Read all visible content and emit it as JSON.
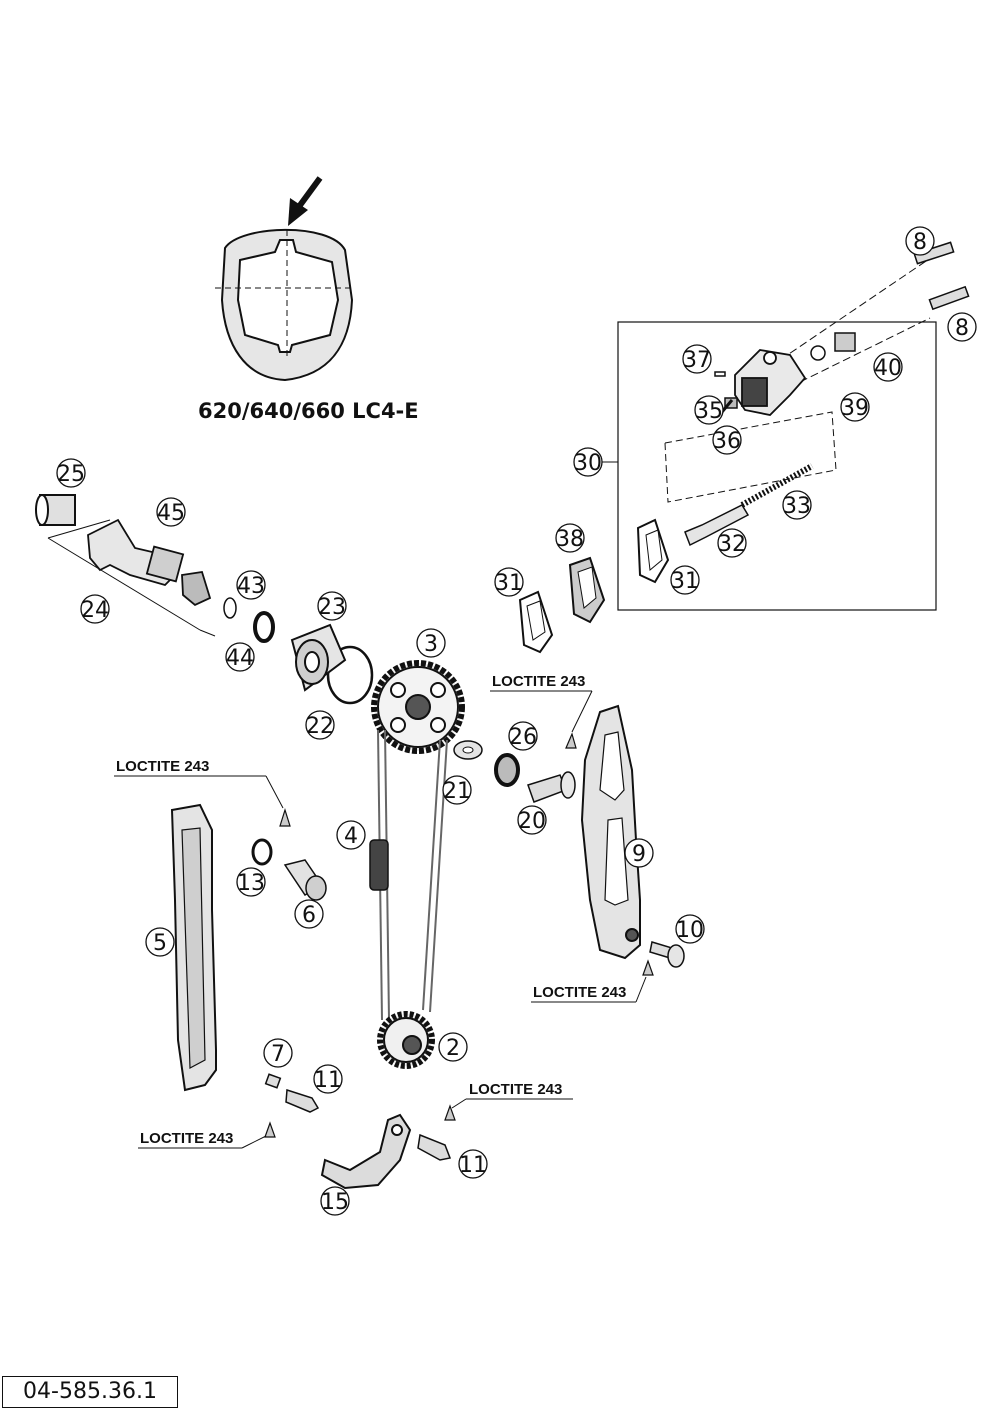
{
  "drawing": {
    "model_caption": "620/640/660 LC4-E",
    "drawing_number": "04-585.36.1",
    "note_text": "LOCTITE 243"
  },
  "part_numbers": [
    "2",
    "3",
    "4",
    "5",
    "6",
    "7",
    "8",
    "9",
    "10",
    "11",
    "13",
    "15",
    "20",
    "21",
    "22",
    "23",
    "24",
    "25",
    "26",
    "30",
    "31",
    "32",
    "33",
    "35",
    "36",
    "37",
    "38",
    "39",
    "40",
    "43",
    "44",
    "45"
  ],
  "callouts": {
    "c8a": "8",
    "c8b": "8",
    "c37": "37",
    "c40": "40",
    "c35": "35",
    "c39": "39",
    "c36": "36",
    "c30": "30",
    "c33": "33",
    "c32": "32",
    "c31a": "31",
    "c31b": "31",
    "c38": "38",
    "c25": "25",
    "c45": "45",
    "c43": "43",
    "c24": "24",
    "c44": "44",
    "c23": "23",
    "c22": "22",
    "c3": "3",
    "c26": "26",
    "c21": "21",
    "c20": "20",
    "c4": "4",
    "c13": "13",
    "c6": "6",
    "c5": "5",
    "c9": "9",
    "c10": "10",
    "c2": "2",
    "c7": "7",
    "c11a": "11",
    "c11b": "11",
    "c15": "15"
  },
  "notes": {
    "n1": "LOCTITE 243",
    "n2": "LOCTITE 243",
    "n3": "LOCTITE 243",
    "n4": "LOCTITE 243",
    "n5": "LOCTITE 243"
  }
}
